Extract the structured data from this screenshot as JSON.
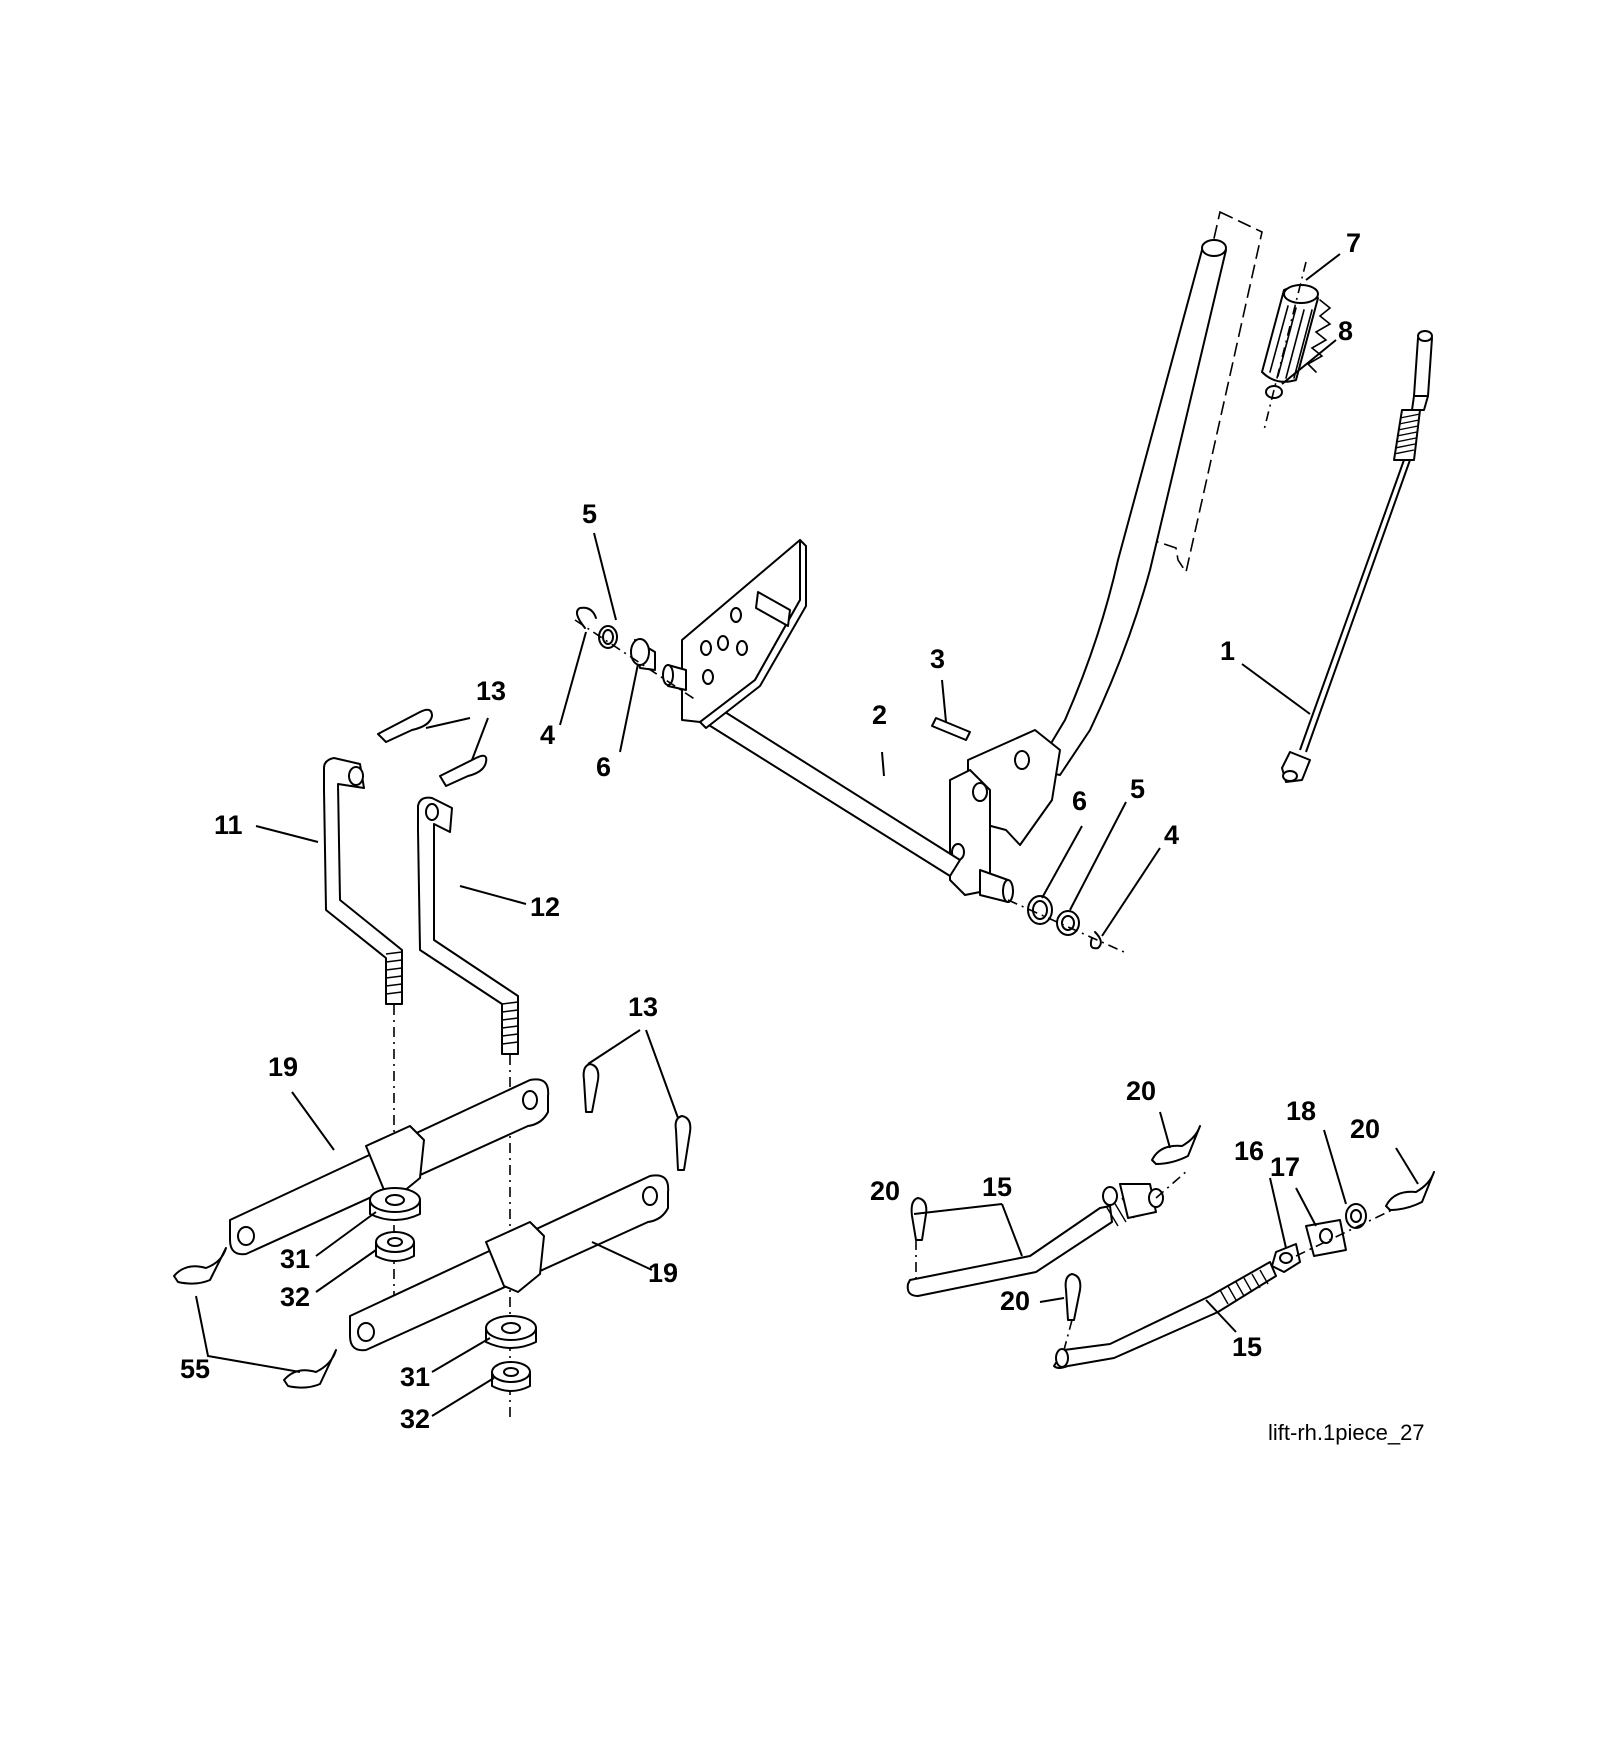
{
  "figure_id": "lift-rh.1piece_27",
  "callouts": [
    {
      "label": "7"
    },
    {
      "label": "8"
    },
    {
      "label": "5"
    },
    {
      "label": "1"
    },
    {
      "label": "3"
    },
    {
      "label": "13"
    },
    {
      "label": "4"
    },
    {
      "label": "2"
    },
    {
      "label": "6"
    },
    {
      "label": "6"
    },
    {
      "label": "5"
    },
    {
      "label": "11"
    },
    {
      "label": "4"
    },
    {
      "label": "12"
    },
    {
      "label": "13"
    },
    {
      "label": "19"
    },
    {
      "label": "20"
    },
    {
      "label": "18"
    },
    {
      "label": "20"
    },
    {
      "label": "16"
    },
    {
      "label": "17"
    },
    {
      "label": "20"
    },
    {
      "label": "15"
    },
    {
      "label": "31"
    },
    {
      "label": "19"
    },
    {
      "label": "32"
    },
    {
      "label": "20"
    },
    {
      "label": "15"
    },
    {
      "label": "55"
    },
    {
      "label": "31"
    },
    {
      "label": "32"
    }
  ]
}
